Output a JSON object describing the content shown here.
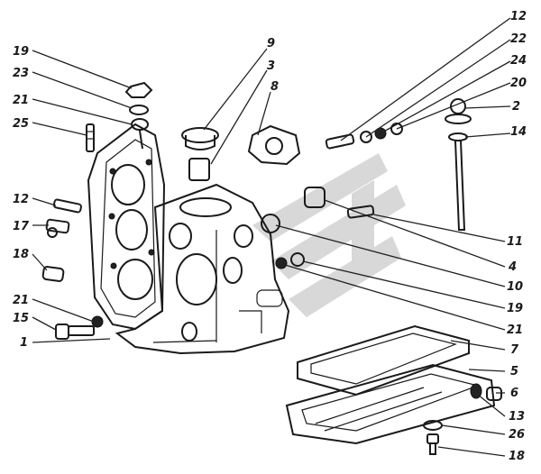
{
  "labels": {
    "l19a": "19",
    "l23": "23",
    "l21a": "21",
    "l25": "25",
    "l12a": "12",
    "l17": "17",
    "l18a": "18",
    "l21b": "21",
    "l15": "15",
    "l1": "1",
    "l9": "9",
    "l3": "3",
    "l8": "8",
    "l12b": "12",
    "l22": "22",
    "l24": "24",
    "l20": "20",
    "l2": "2",
    "l14": "14",
    "l11": "11",
    "l4": "4",
    "l10": "10",
    "l19b": "19",
    "l21c": "21",
    "l7": "7",
    "l5": "5",
    "l6": "6",
    "l13": "13",
    "l26": "26",
    "l18b": "18"
  }
}
